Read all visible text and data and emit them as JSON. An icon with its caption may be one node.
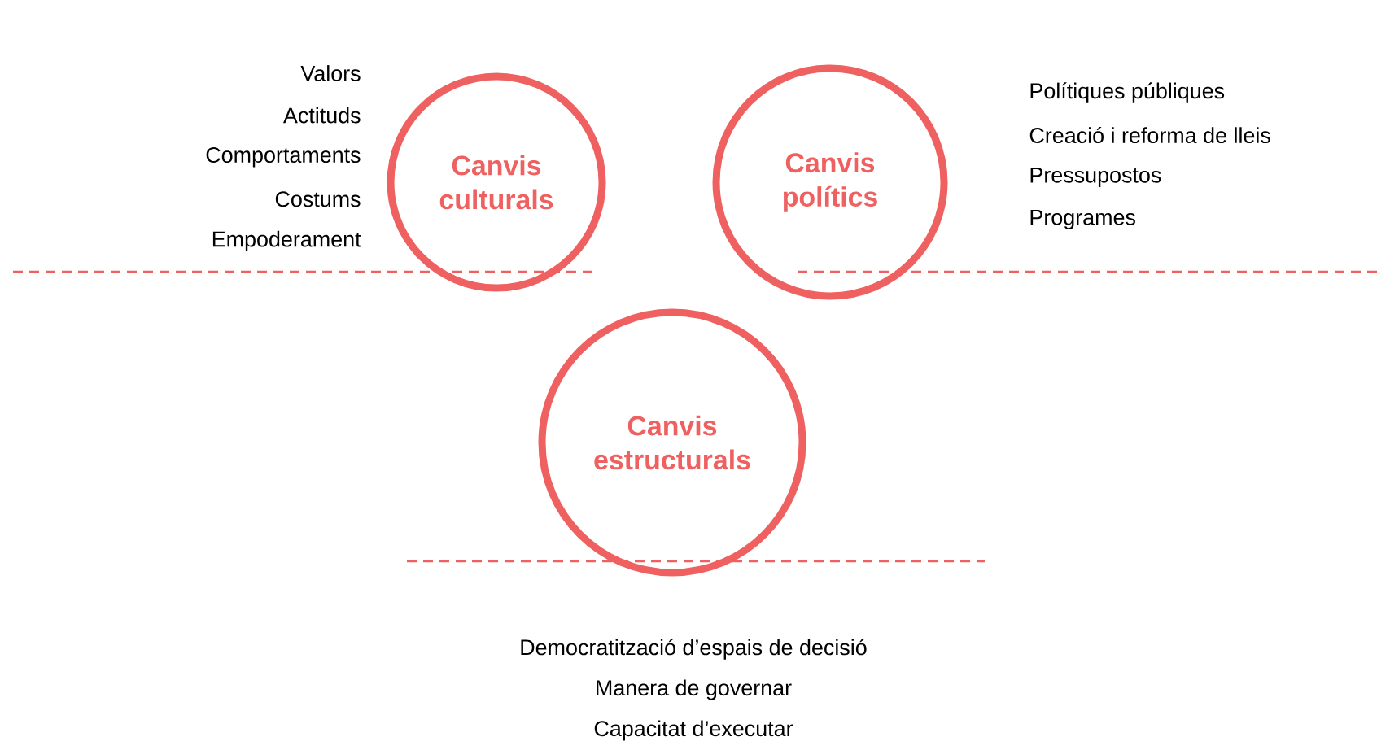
{
  "diagram": {
    "nodes": [
      {
        "text": [
          "Canvis culturals"
        ],
        "beside": [
          "Valors",
          "Actituds",
          "Comportaments",
          "Costums",
          "Empoderament"
        ]
      },
      {
        "text": [
          "Canvis polítics"
        ],
        "beside": [
          "Polítiques públiques",
          "Creació i reforma de lleis",
          "Pressupostos",
          "Programes"
        ]
      },
      {
        "text": [
          "Canvis estructurals"
        ],
        "beside": [
          "Democratització d’espais de decisió",
          "Manera de governar",
          "Capacitat d’executar"
        ]
      }
    ]
  }
}
